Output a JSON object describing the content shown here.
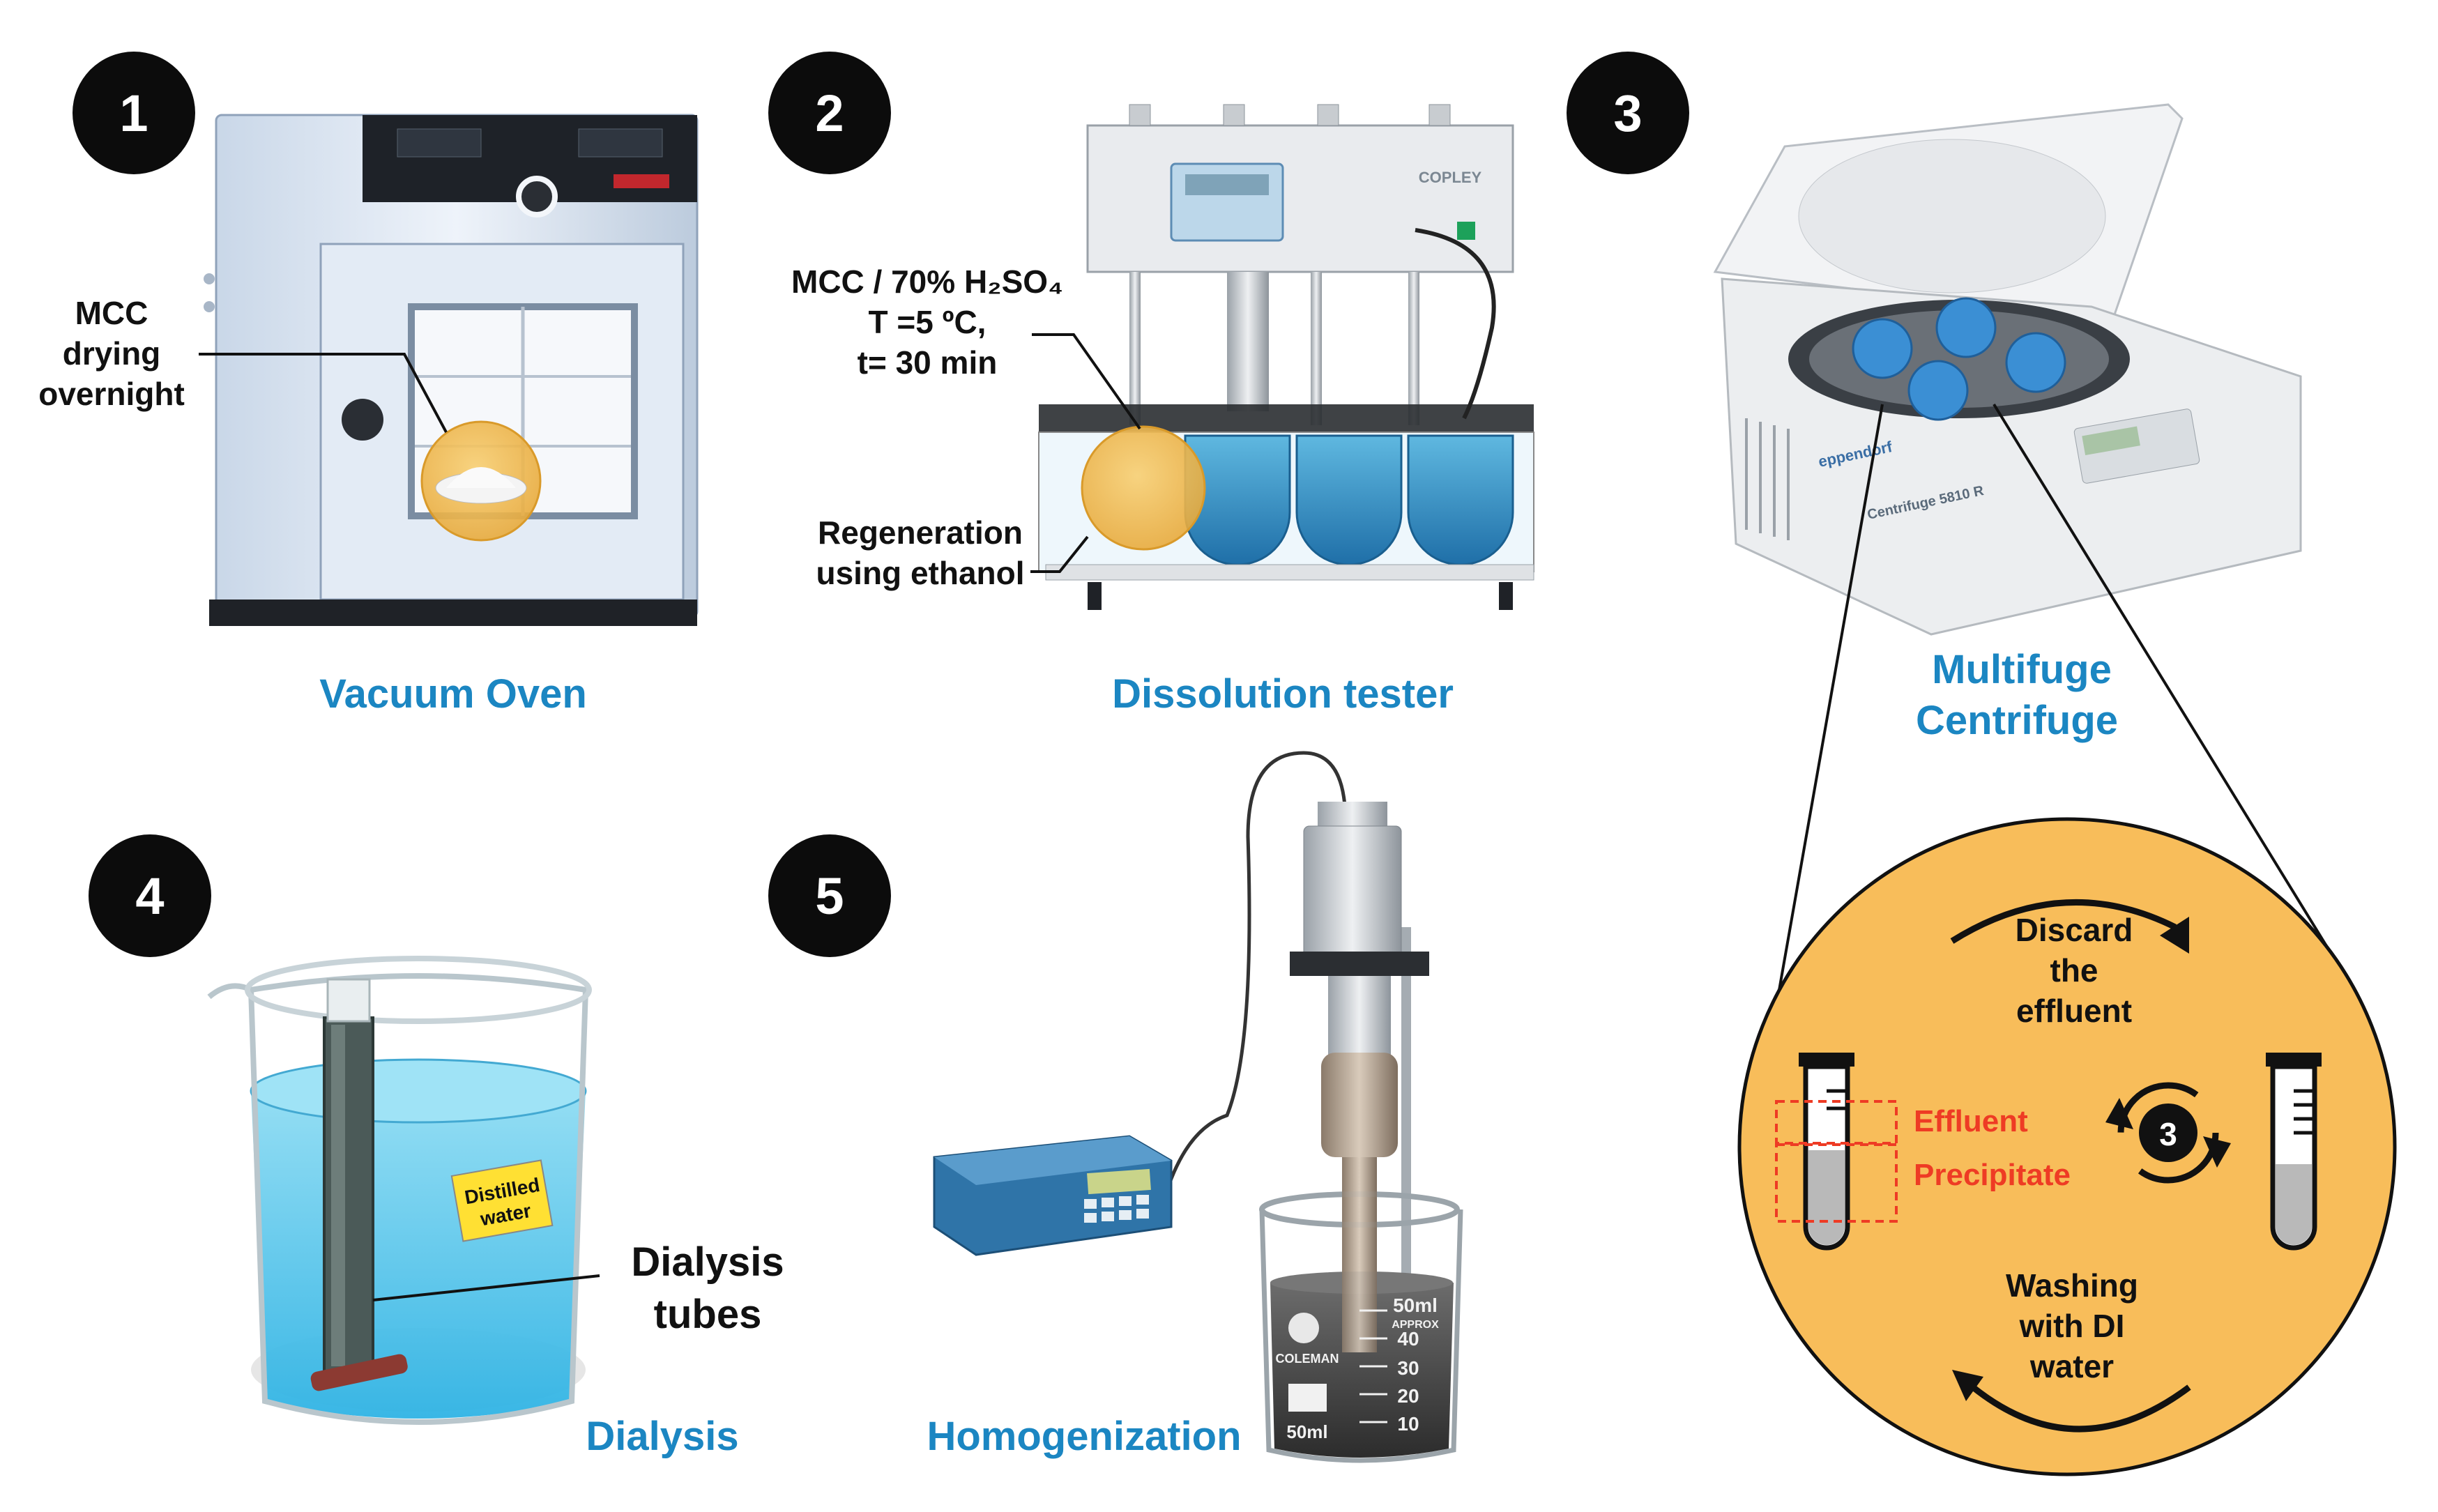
{
  "steps": [
    {
      "number": "1",
      "caption": "Vacuum Oven",
      "annotation": [
        "MCC",
        "drying",
        "overnight"
      ]
    },
    {
      "number": "2",
      "caption": "Dissolution tester",
      "annotation_top": [
        "MCC / 70% H₂SO₄",
        "T =5 ºC,",
        "t= 30 min"
      ],
      "annotation_bottom": [
        "Regeneration",
        "using ethanol"
      ],
      "brand": "COPLEY"
    },
    {
      "number": "3",
      "caption": [
        "Multifuge",
        "Centrifuge"
      ],
      "brand": "eppendorf",
      "model": "Centrifuge 5810 R"
    },
    {
      "number": "4",
      "caption": "Dialysis",
      "tag": [
        "Distilled",
        "water"
      ],
      "annotation": [
        "Dialysis",
        "tubes"
      ]
    },
    {
      "number": "5",
      "caption": "Homogenization",
      "beaker_marks": [
        "50ml",
        "APPROX",
        "40",
        "30",
        "20",
        "10"
      ],
      "beaker_label": "50ml",
      "beaker_brand": "COLEMAN"
    }
  ],
  "detail": {
    "center_number": "3",
    "discard": [
      "Discard",
      "the",
      "effluent"
    ],
    "effluent": "Effluent",
    "precipitate": "Precipitate",
    "washing": [
      "Washing",
      "with DI",
      "water"
    ]
  },
  "colors": {
    "accent": "#1b86c2",
    "highlight": "#f8bd5a",
    "red": "#ee3b24",
    "water": "#55c3e8"
  }
}
